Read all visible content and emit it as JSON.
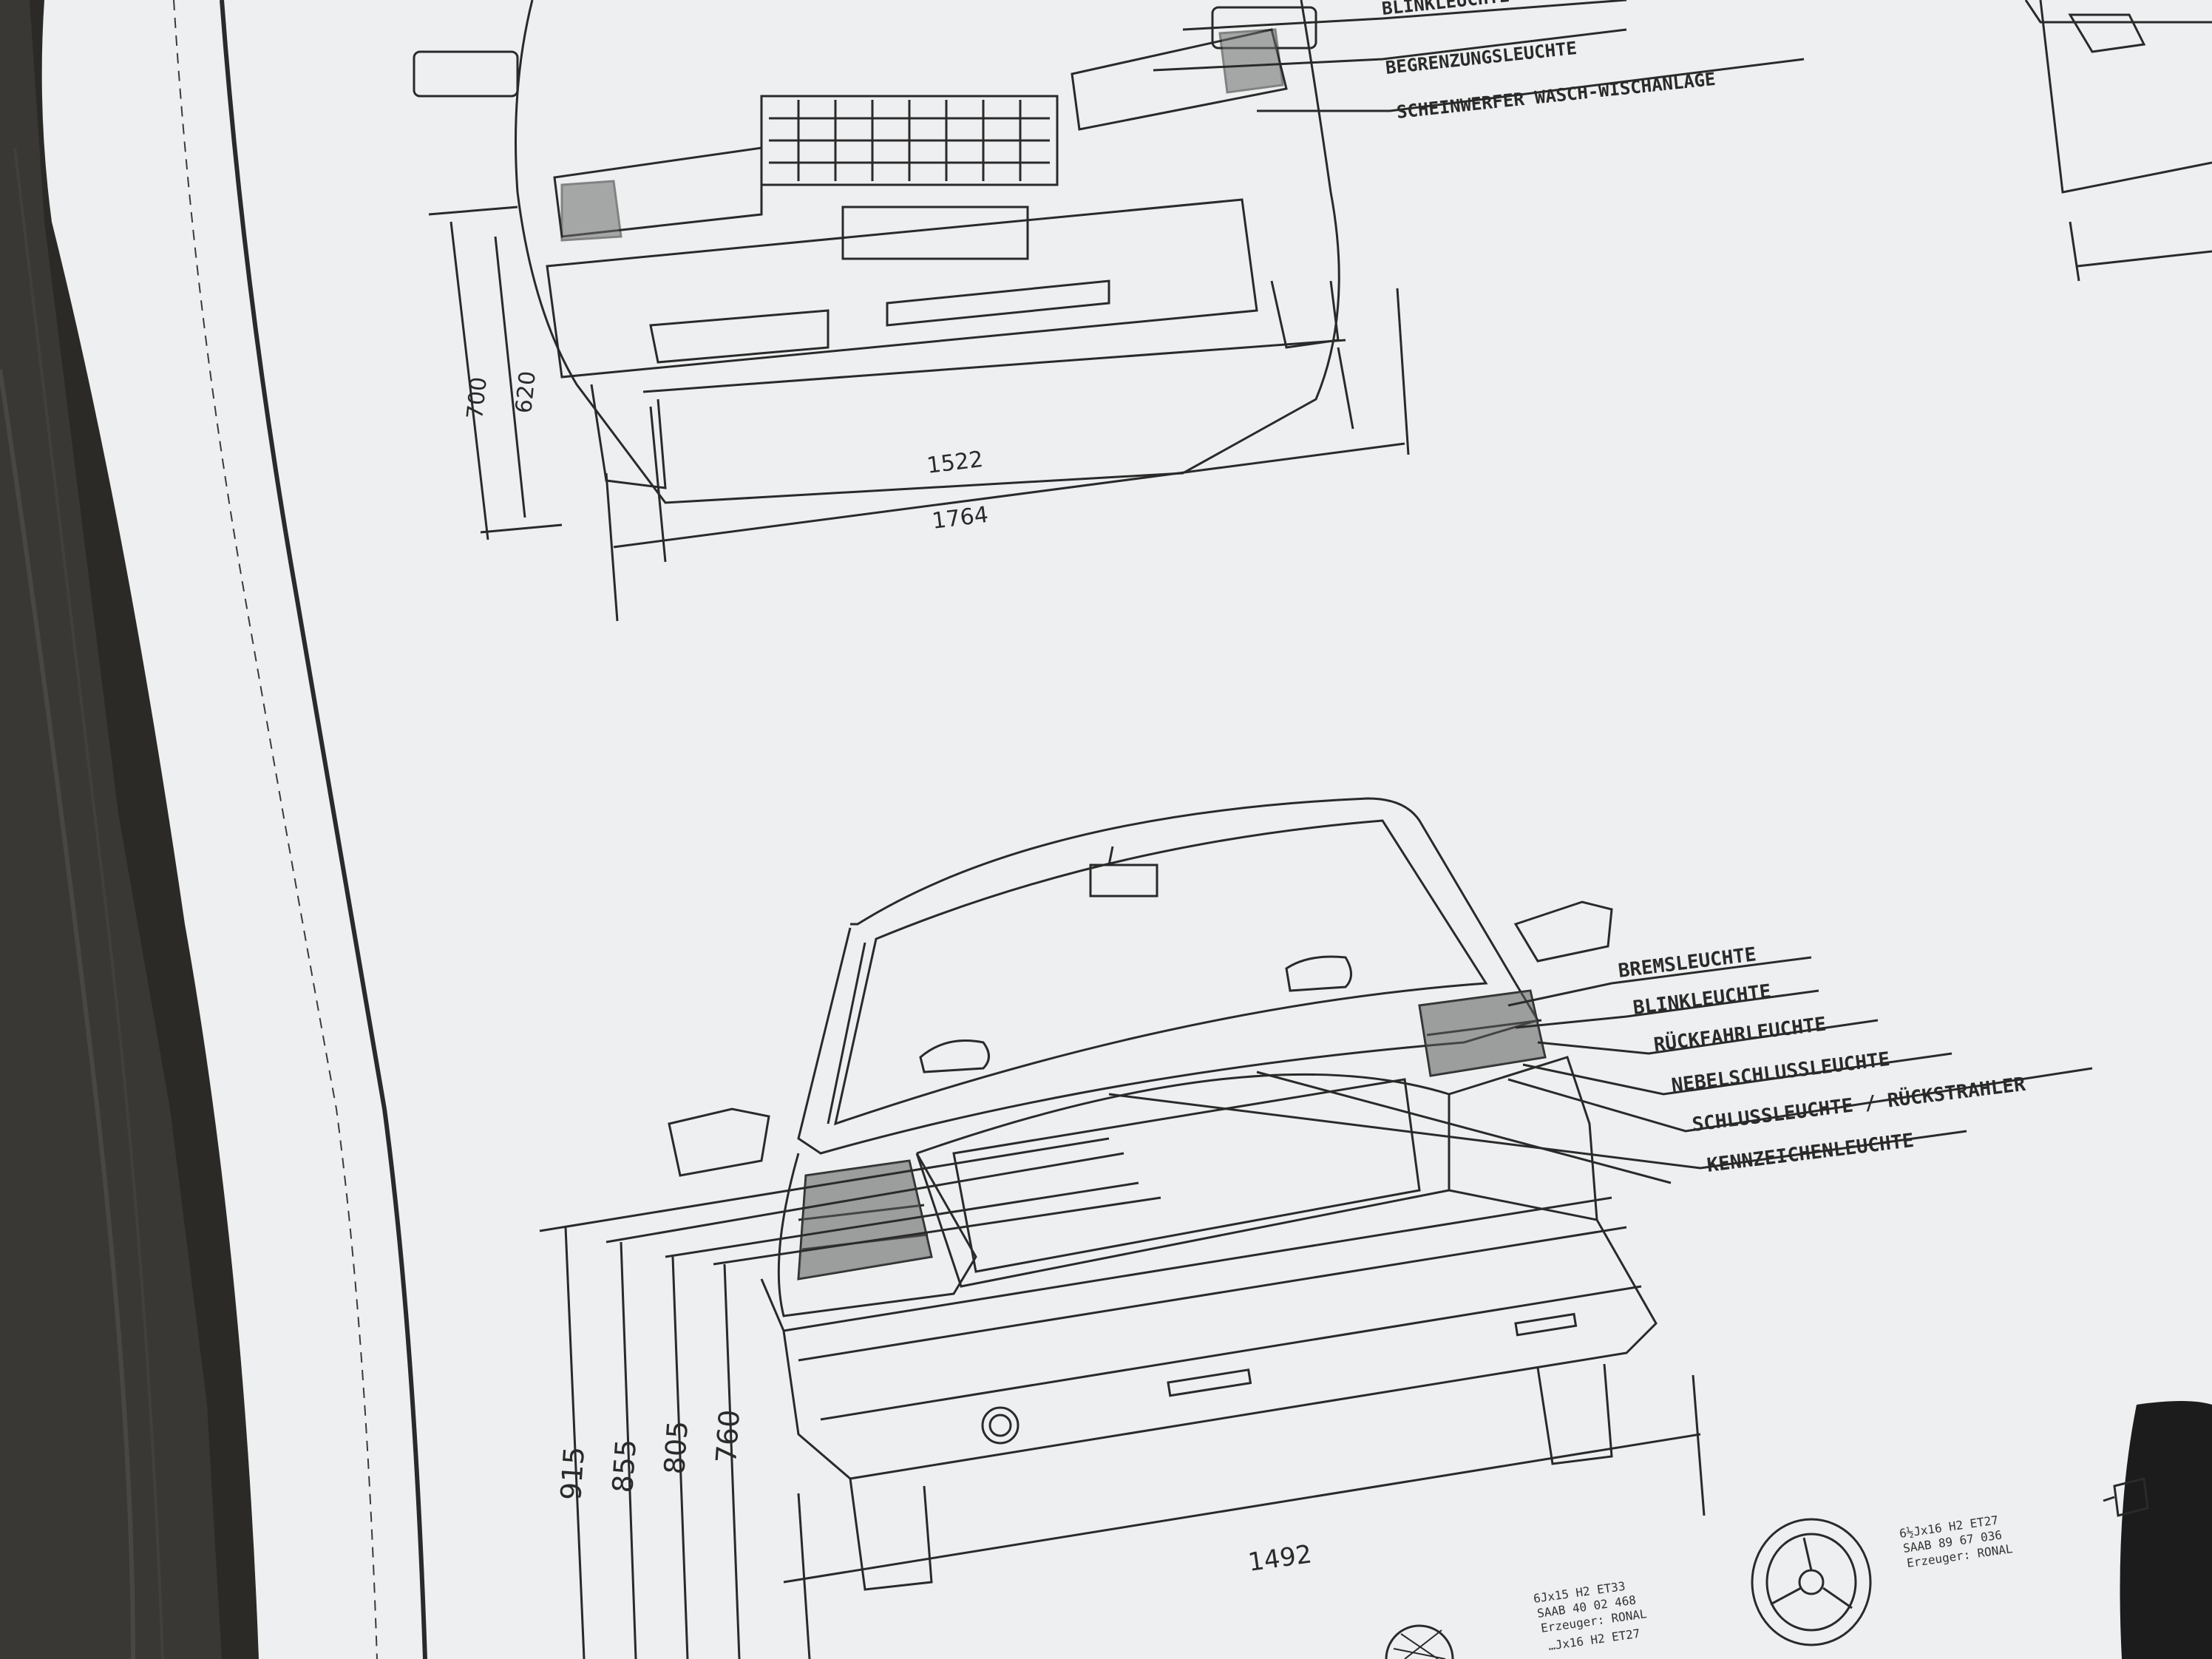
{
  "front_view": {
    "callouts": [
      "BLINKLEUCHTE",
      "BEGRENZUNGSLEUCHTE",
      "SCHEINWERFER WASCH-WISCHANLAGE"
    ],
    "dimensions": {
      "height_overall": "700",
      "height_inner": "620",
      "track_width": "1522",
      "overall_width": "1764"
    }
  },
  "rear_view": {
    "callouts": [
      "BREMSLEUCHTE",
      "BLINKLEUCHTE",
      "RÜCKFAHRLEUCHTE",
      "NEBELSCHLUSSLEUCHTE",
      "SCHLUSSLEUCHTE / RÜCKSTRAHLER",
      "KENNZEICHENLEUCHTE"
    ],
    "dimensions": {
      "h1": "915",
      "h2": "855",
      "h3": "805",
      "h4": "760",
      "track_width": "1492"
    }
  },
  "wheel_specs": [
    {
      "line1": "6Jx15 H2 ET33",
      "line2": "SAAB 40 02 468",
      "line3": "Erzeuger: RONAL"
    },
    {
      "line1": "6½Jx16 H2 ET27",
      "line2": "SAAB 89 67 036",
      "line3": "Erzeuger: RONAL"
    },
    {
      "line1": "…Jx16 H2 ET27",
      "line2": "…",
      "line3": ""
    }
  ]
}
